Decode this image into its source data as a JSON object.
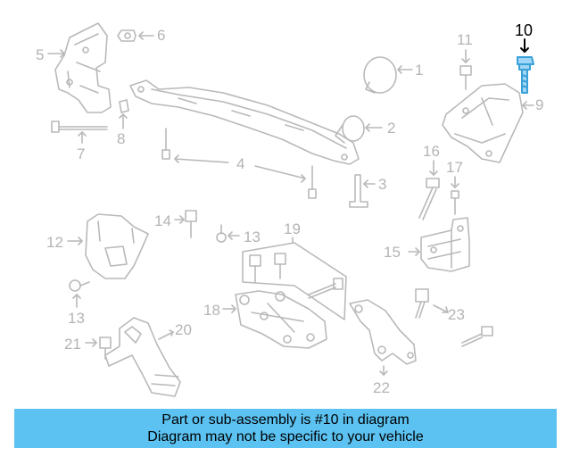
{
  "diagram": {
    "highlighted_part": "10",
    "colors": {
      "part_stroke": "#b9b9b9",
      "label": "#b4b4b4",
      "highlight_label": "#000000",
      "highlight_part": "#3aa0d8",
      "banner_bg": "#5bc2f2"
    },
    "callouts": {
      "c1": "1",
      "c2": "2",
      "c3": "3",
      "c4": "4",
      "c5": "5",
      "c6": "6",
      "c7": "7",
      "c8": "8",
      "c9": "9",
      "c10": "10",
      "c11": "11",
      "c12": "12",
      "c13a": "13",
      "c13b": "13",
      "c14": "14",
      "c15": "15",
      "c16": "16",
      "c17": "17",
      "c18": "18",
      "c19": "19",
      "c20": "20",
      "c21": "21",
      "c22": "22",
      "c23": "23"
    }
  },
  "banner": {
    "line1": "Part or sub-assembly is #10 in diagram",
    "line2": "Diagram may not be specific to your vehicle"
  }
}
